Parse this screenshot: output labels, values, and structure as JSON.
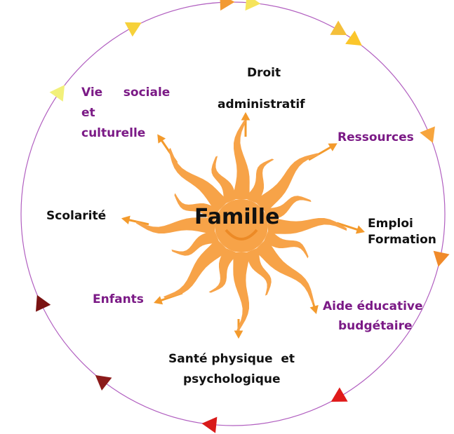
{
  "center": {
    "label": "Famille"
  },
  "topics": [
    {
      "id": "droit",
      "text": "Droit",
      "text2": "administratif",
      "color": "black"
    },
    {
      "id": "ressources",
      "text": "Ressources",
      "color": "purple"
    },
    {
      "id": "emploi",
      "text": "Emploi",
      "text2": "Formation",
      "color": "black"
    },
    {
      "id": "aide",
      "text": "Aide éducative",
      "text2": "budgétaire",
      "color": "purple"
    },
    {
      "id": "sante",
      "text": "Santé physique  et",
      "text2": "psychologique",
      "color": "black"
    },
    {
      "id": "enfants",
      "text": "Enfants",
      "color": "purple"
    },
    {
      "id": "scolarite",
      "text": "Scolarité",
      "color": "black"
    },
    {
      "id": "vie",
      "text": "Vie     sociale",
      "text2": "et",
      "text3": "culturelle",
      "color": "purple"
    }
  ],
  "colors": {
    "sun": "#f7a348",
    "sun_dark": "#ec8a26",
    "circle": "#b15fc0",
    "purple_text": "#7b1a86",
    "arrows": [
      "#f6e45a",
      "#fbc62b",
      "#f7a53d",
      "#f08a2a",
      "#e8621a",
      "#e01a1a",
      "#c41818",
      "#8b1a1a",
      "#6b1010",
      "#f2f07a",
      "#f6d13a",
      "#f29a33"
    ]
  }
}
